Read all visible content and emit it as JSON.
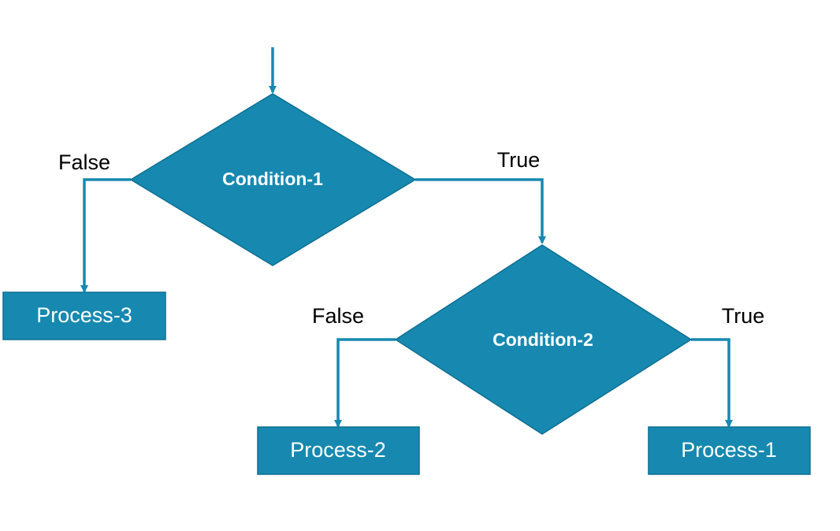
{
  "colors": {
    "shape_fill": "#1789b0",
    "shape_stroke": "#0e6f92",
    "connector": "#1789b0",
    "shape_text": "#ffffff",
    "label_text": "#000000"
  },
  "decisions": {
    "condition_1": {
      "label": "Condition-1"
    },
    "condition_2": {
      "label": "Condition-2"
    }
  },
  "processes": {
    "process_1": {
      "label": "Process-1"
    },
    "process_2": {
      "label": "Process-2"
    },
    "process_3": {
      "label": "Process-3"
    }
  },
  "edges": {
    "condition_1_false": {
      "label": "False"
    },
    "condition_1_true": {
      "label": "True"
    },
    "condition_2_false": {
      "label": "False"
    },
    "condition_2_true": {
      "label": "True"
    }
  }
}
